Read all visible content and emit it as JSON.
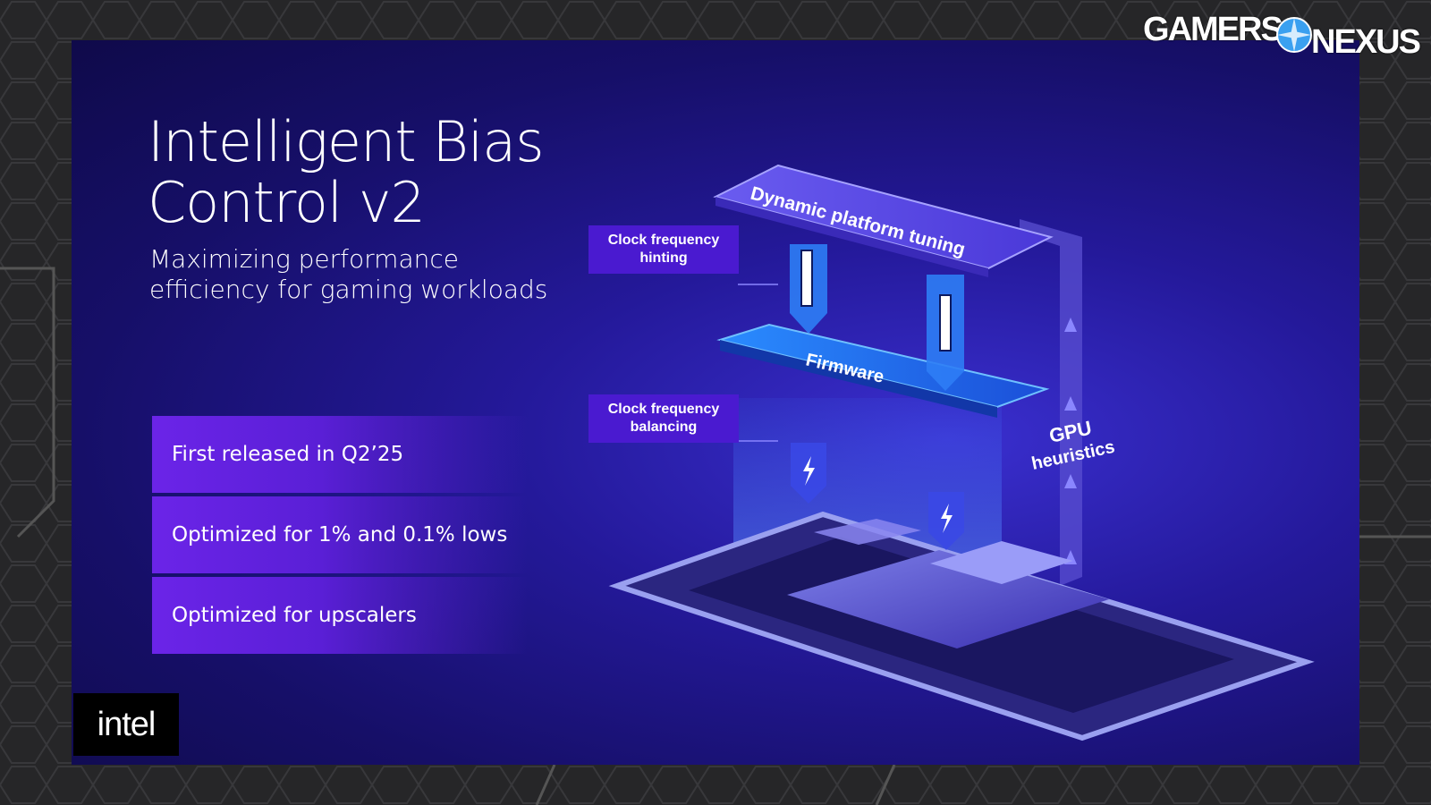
{
  "slide": {
    "title_line1": "Intelligent Bias",
    "title_line2": "Control v2",
    "subtitle_line1": "Maximizing performance",
    "subtitle_line2": "efficiency for gaming workloads"
  },
  "features": [
    {
      "label": "First released in Q2’25"
    },
    {
      "label": "Optimized for 1% and 0.1% lows"
    },
    {
      "label": "Optimized for upscalers"
    }
  ],
  "diagram": {
    "top_layer_label": "Dynamic platform tuning",
    "middle_layer_label": "Firmware",
    "side_label_line1": "GPU",
    "side_label_line2": "heuristics",
    "callout_hinting_line1": "Clock frequency",
    "callout_hinting_line2": "hinting",
    "callout_balancing_line1": "Clock frequency",
    "callout_balancing_line2": "balancing"
  },
  "branding": {
    "intel_logo_text": "intel",
    "channel_logo_part1": "GAMERS",
    "channel_logo_part2": "NEXUS"
  },
  "colors": {
    "slide_bg": "#1e158a",
    "feature_bg": "#6b24e8",
    "callout_bg": "#4a1ad0",
    "frame_bg": "#2a2a2c"
  },
  "icons": [
    "lightning-bolt-icon",
    "thermometer-icon",
    "arrow-up-icon",
    "globe-logo-icon"
  ]
}
